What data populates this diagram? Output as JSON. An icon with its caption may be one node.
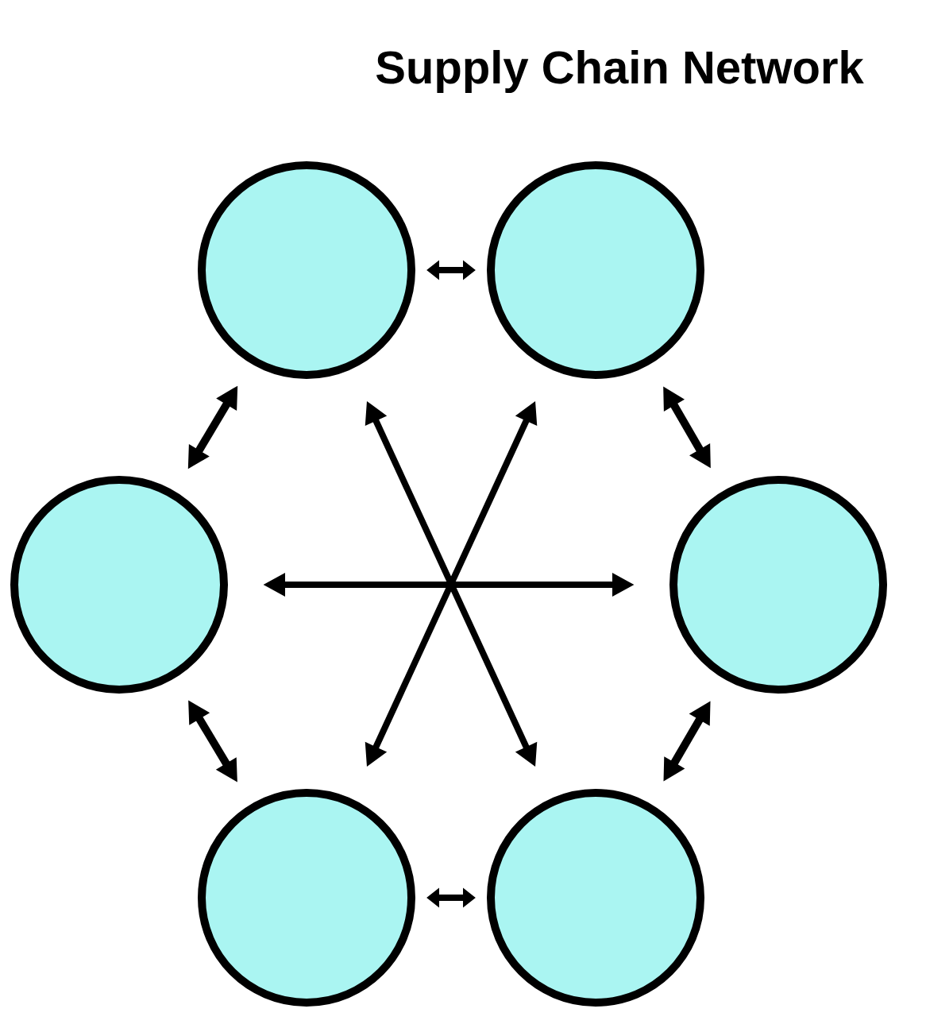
{
  "diagram": {
    "title": "Supply Chain Network",
    "nodes": [
      {
        "text": [],
        "shape": "circle"
      },
      {
        "text": [],
        "shape": "circle"
      },
      {
        "text": [],
        "shape": "circle"
      },
      {
        "text": [],
        "shape": "circle"
      },
      {
        "text": [],
        "shape": "circle"
      },
      {
        "text": [],
        "shape": "circle"
      }
    ],
    "edges": [
      {
        "from": 0,
        "to": 1,
        "arrow": "both"
      },
      {
        "from": 0,
        "to": 2,
        "arrow": "both"
      },
      {
        "from": 1,
        "to": 3,
        "arrow": "both"
      },
      {
        "from": 2,
        "to": 4,
        "arrow": "both"
      },
      {
        "from": 3,
        "to": 5,
        "arrow": "both"
      },
      {
        "from": 4,
        "to": 5,
        "arrow": "both"
      },
      {
        "from": 0,
        "to": 5,
        "arrow": "both"
      },
      {
        "from": 1,
        "to": 4,
        "arrow": "both"
      },
      {
        "from": 2,
        "to": 3,
        "arrow": "both"
      }
    ]
  }
}
